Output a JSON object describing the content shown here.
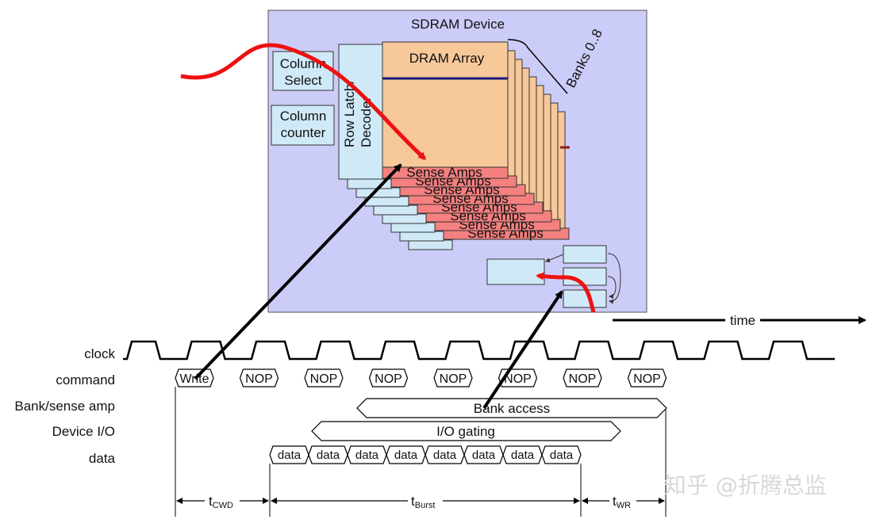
{
  "device": {
    "title": "SDRAM Device",
    "array_label": "DRAM Array",
    "banks_label": "Banks 0..8",
    "column_select": [
      "Column",
      "Select"
    ],
    "column_counter": [
      "Column",
      "counter"
    ],
    "row_latch": [
      "Row Latch/",
      "Decoder"
    ],
    "sense_amps_label": "Sense Amps"
  },
  "time_label": "time",
  "rows": {
    "clock": "clock",
    "command": "command",
    "bank": "Bank/sense amp",
    "device_io": "Device I/O",
    "data": "data"
  },
  "commands": [
    "Write",
    "NOP",
    "NOP",
    "NOP",
    "NOP",
    "NOP",
    "NOP",
    "NOP"
  ],
  "bank_access_label": "Bank access",
  "io_gating_label": "I/O gating",
  "data_items": [
    "data",
    "data",
    "data",
    "data",
    "data",
    "data",
    "data",
    "data"
  ],
  "timings": {
    "cwd": {
      "main": "t",
      "sub": "CWD"
    },
    "burst": {
      "main": "t",
      "sub": "Burst"
    },
    "wr": {
      "main": "t",
      "sub": "WR"
    }
  },
  "watermark": "知乎 @折腾总监",
  "colors": {
    "device_bg": "#ccccf8",
    "array": "#f7c89a",
    "sense": "#f4807f",
    "latch": "#cfe9f7",
    "path_red": "#ee1111"
  }
}
